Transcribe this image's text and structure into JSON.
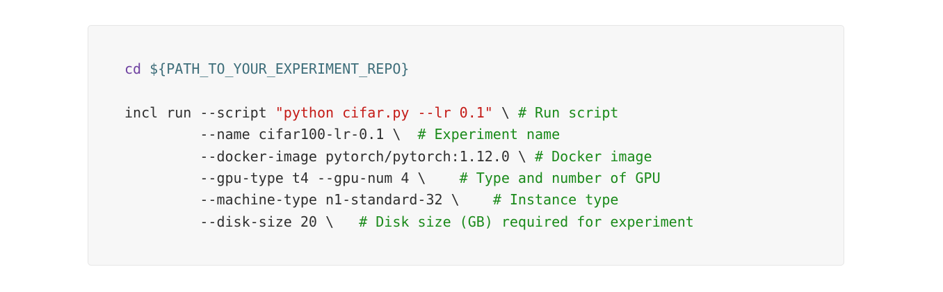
{
  "code": {
    "cd_cmd": "cd",
    "cd_arg": "${PATH_TO_YOUR_EXPERIMENT_REPO}",
    "run_prefix": "incl run --script ",
    "script_string": "\"python cifar.py --lr 0.1\"",
    "run_suffix": " \\ ",
    "run_comment": "# Run script",
    "lines": [
      {
        "code": "         --name cifar100-lr-0.1 \\  ",
        "comment": "# Experiment name"
      },
      {
        "code": "         --docker-image pytorch/pytorch:1.12.0 \\ ",
        "comment": "# Docker image"
      },
      {
        "code": "         --gpu-type t4 --gpu-num 4 \\    ",
        "comment": "# Type and number of GPU"
      },
      {
        "code": "         --machine-type n1-standard-32 \\    ",
        "comment": "# Instance type"
      },
      {
        "code": "         --disk-size 20 \\   ",
        "comment": "# Disk size (GB) required for experiment"
      }
    ]
  },
  "colors": {
    "keyword": "#6f42a1",
    "variable": "#3e6e7a",
    "string": "#c41a16",
    "comment": "#1a8a1a",
    "background": "#f7f7f7"
  }
}
